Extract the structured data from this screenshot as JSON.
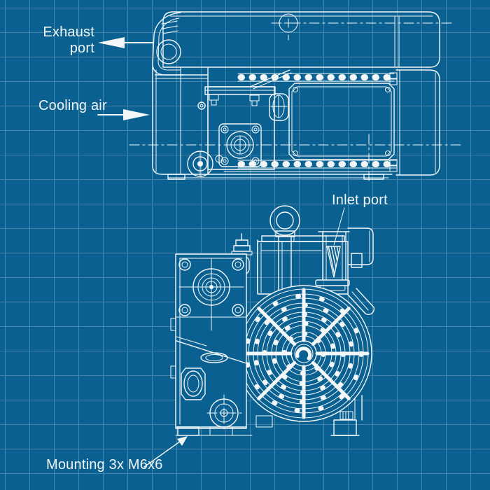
{
  "colors": {
    "background": "#0a6191",
    "grid": "#4584ab",
    "line": "#f3f7f8",
    "text": "#f0f5f7"
  },
  "labels": {
    "exhaust_line1": "Exhaust",
    "exhaust_line2": "port",
    "cooling": "Cooling air",
    "inlet": "Inlet port",
    "mounting": "Mounting 3x M6x6"
  },
  "icons": {
    "exhaust_arrow": "solid-left-arrow",
    "cooling_arrow": "solid-right-arrow",
    "inlet_arrow": "hatched-down-arrow",
    "mounting_arrow": "leader-line-arrow-up-right"
  }
}
